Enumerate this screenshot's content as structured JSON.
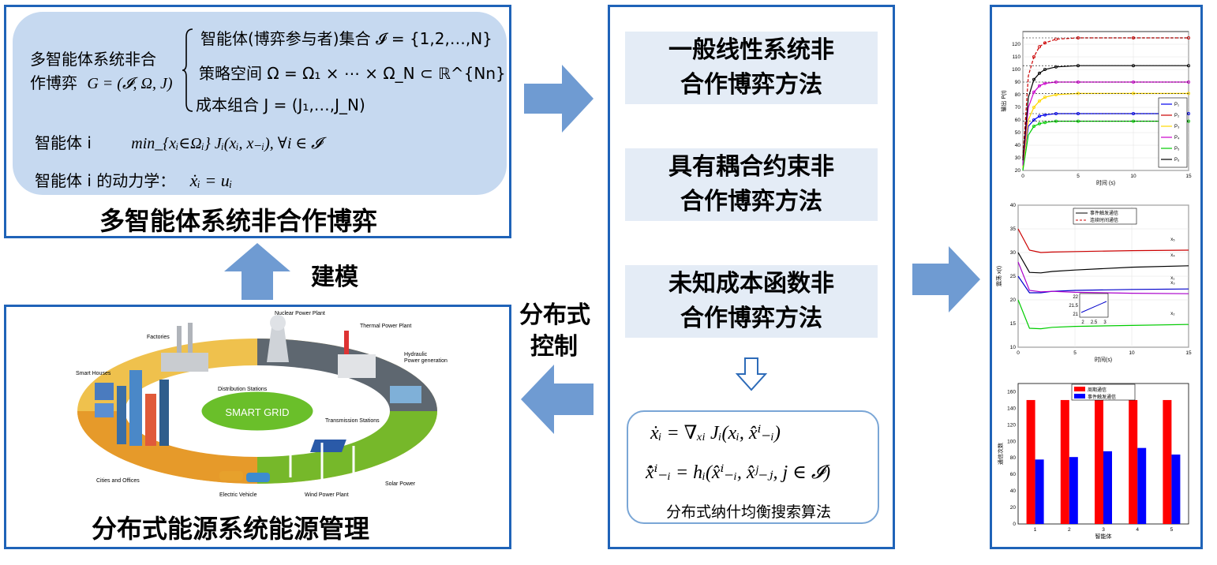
{
  "game_panel": {
    "row1_left_line1": "多智能体系统非合",
    "row1_left_line2": "作博弈",
    "row1_G": "G = (𝓘, Ω, J)",
    "brace_item1": "智能体(博弈参与者)集合 𝓘 = {1,2,…,N}",
    "brace_item2": "策略空间   Ω = Ω₁ × ⋯ × Ω_N ⊂ ℝ^{Nn}",
    "brace_item3": "成本组合    J = (J₁,…,J_N)",
    "agent_line": "智能体 i",
    "agent_formula": "min_{xᵢ∈Ωᵢ} Jᵢ(xᵢ, x₋ᵢ), ∀i ∈ 𝓘",
    "dynamics_line": "智能体 i 的动力学：",
    "dynamics_formula": "ẋᵢ = uᵢ",
    "caption": "多智能体系统非合作博弈"
  },
  "modeling_label": "建模",
  "control_label_1": "分布式",
  "control_label_2": "控制",
  "grid_panel": {
    "center": "SMART GRID",
    "labels": {
      "nuclear": "Nuclear Power Plant",
      "thermal": "Thermal Power Plant",
      "hydro1": "Hydraulic",
      "hydro2": "Power generation",
      "factories": "Factories",
      "houses": "Smart Houses",
      "distribution": "Distribution Stations",
      "transmission": "Transmission Stations",
      "cities": "Cities and Offices",
      "ev": "Electric Vehicle",
      "wind": "Wind Power Plant",
      "solar": "Solar Power"
    },
    "caption": "分布式能源系统能源管理"
  },
  "methods": [
    {
      "l1": "一般线性系统非",
      "l2": "合作博弈方法"
    },
    {
      "l1": "具有耦合约束非",
      "l2": "合作博弈方法"
    },
    {
      "l1": "未知成本函数非",
      "l2": "合作博弈方法"
    }
  ],
  "algorithm": {
    "eq1": "ẋᵢ = ∇ₓᵢ Jᵢ(xᵢ, x̂ⁱ₋ᵢ)",
    "eq2": "x̂̇ⁱ₋ᵢ = hᵢ(x̂ⁱ₋ᵢ, x̂ʲ₋ⱼ, j ∈ 𝓘)",
    "caption": "分布式纳什均衡搜索算法"
  },
  "charts": {
    "top": {
      "ylabel": "输出 P(t)",
      "xlabel": "时间 (s)",
      "xticks": [
        "0",
        "5",
        "10",
        "15"
      ],
      "yticks": [
        "20",
        "30",
        "40",
        "50",
        "60",
        "70",
        "80",
        "90",
        "100",
        "110",
        "120"
      ],
      "legend": [
        "P₁",
        "P₂",
        "P₃",
        "P₄",
        "P₅",
        "P₆"
      ]
    },
    "middle": {
      "ylabel": "震荡 x(t)",
      "xlabel": "时间(s)",
      "xticks": [
        "0",
        "5",
        "10",
        "15"
      ],
      "yticks": [
        "10",
        "15",
        "20",
        "25",
        "30",
        "35",
        "40"
      ],
      "legend": [
        "事件触发通信",
        "连续时间通信"
      ],
      "curve_labels": [
        "x₅",
        "x₄",
        "x₁",
        "x₃",
        "x₂"
      ],
      "inset_yticks": [
        "22",
        "21.5",
        "21"
      ],
      "inset_xticks": [
        "2",
        "2.5",
        "3"
      ]
    },
    "bottom": {
      "ylabel": "通信次数",
      "xlabel": "智能体",
      "xticks": [
        "1",
        "2",
        "3",
        "4",
        "5"
      ],
      "yticks": [
        "0",
        "20",
        "40",
        "60",
        "80",
        "100",
        "120",
        "140",
        "160"
      ],
      "legend": [
        "周期通信",
        "事件触发通信"
      ]
    }
  },
  "chart_data": [
    {
      "type": "line",
      "ylabel": "输出 P(t)",
      "xlabel": "时间 (s)",
      "xlim": [
        0,
        15
      ],
      "ylim": [
        20,
        130
      ],
      "series": [
        {
          "name": "P₁",
          "x": [
            0,
            0.5,
            1,
            1.5,
            2,
            3,
            5,
            10,
            15
          ],
          "y": [
            25,
            55,
            60,
            63,
            64,
            65,
            65,
            65,
            65
          ]
        },
        {
          "name": "P₂",
          "x": [
            0,
            0.5,
            1,
            1.5,
            2,
            3,
            5,
            10,
            15
          ],
          "y": [
            30,
            95,
            110,
            118,
            121,
            124,
            125,
            125,
            125
          ]
        },
        {
          "name": "P₃",
          "x": [
            0,
            0.5,
            1,
            1.5,
            2,
            3,
            5,
            10,
            15
          ],
          "y": [
            22,
            60,
            70,
            75,
            78,
            80,
            81,
            81,
            81
          ]
        },
        {
          "name": "P₄",
          "x": [
            0,
            0.5,
            1,
            1.5,
            2,
            3,
            5,
            10,
            15
          ],
          "y": [
            24,
            70,
            82,
            87,
            89,
            90,
            90,
            90,
            90
          ]
        },
        {
          "name": "P₅",
          "x": [
            0,
            0.5,
            1,
            1.5,
            2,
            3,
            5,
            10,
            15
          ],
          "y": [
            20,
            48,
            55,
            57,
            58,
            59,
            59,
            59,
            59
          ]
        },
        {
          "name": "P₆",
          "x": [
            0,
            0.5,
            1,
            1.5,
            2,
            3,
            5,
            10,
            15
          ],
          "y": [
            28,
            78,
            92,
            97,
            100,
            102,
            103,
            103,
            103
          ]
        }
      ]
    },
    {
      "type": "line",
      "ylabel": "震荡 x(t)",
      "xlabel": "时间(s)",
      "xlim": [
        0,
        15
      ],
      "ylim": [
        10,
        40
      ],
      "series": [
        {
          "name": "x₅",
          "x": [
            0,
            1,
            2,
            3,
            5,
            10,
            15
          ],
          "y": [
            35,
            30.5,
            30,
            30.1,
            30.2,
            30.4,
            30.5
          ]
        },
        {
          "name": "x₄",
          "x": [
            0,
            1,
            2,
            3,
            5,
            10,
            15
          ],
          "y": [
            30,
            25.8,
            25.7,
            26,
            26.3,
            26.9,
            27.2
          ]
        },
        {
          "name": "x₁",
          "x": [
            0,
            1,
            2,
            3,
            5,
            10,
            15
          ],
          "y": [
            25,
            21.5,
            21.5,
            21.8,
            22,
            22.2,
            22.3
          ]
        },
        {
          "name": "x₃",
          "x": [
            0,
            1,
            2,
            3,
            5,
            10,
            15
          ],
          "y": [
            28,
            22,
            21.7,
            21.8,
            21.6,
            21.4,
            21.3
          ]
        },
        {
          "name": "x₂",
          "x": [
            0,
            1,
            2,
            3,
            5,
            10,
            15
          ],
          "y": [
            20,
            14,
            13.9,
            14.2,
            14.4,
            14.6,
            14.8
          ]
        }
      ]
    },
    {
      "type": "bar",
      "ylabel": "通信次数",
      "xlabel": "智能体",
      "categories": [
        "1",
        "2",
        "3",
        "4",
        "5"
      ],
      "ylim": [
        0,
        170
      ],
      "series": [
        {
          "name": "周期通信",
          "values": [
            150,
            150,
            150,
            150,
            150
          ]
        },
        {
          "name": "事件触发通信",
          "values": [
            78,
            81,
            88,
            92,
            84
          ]
        }
      ]
    }
  ],
  "colors": {
    "panel_border": "#1f63b8",
    "arrow": "#6f9bd2",
    "game_bg": "#c6d9f0",
    "method_bg": "#e4ecf6",
    "smart_grid_green": "#6abf2a"
  }
}
